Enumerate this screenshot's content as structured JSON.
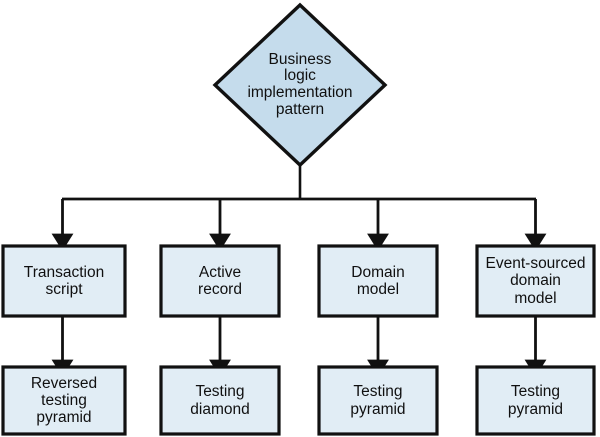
{
  "diagram": {
    "type": "flowchart",
    "orientation": "top-down",
    "colors": {
      "root_fill": "#c5dcec",
      "node_fill": "#e1edf5",
      "stroke": "#111111",
      "text": "#101010",
      "background": "#ffffff"
    },
    "root": {
      "shape": "diamond",
      "label": "Business\nlogic\nimplementation\npattern"
    },
    "branches": [
      {
        "pattern": {
          "shape": "rectangle",
          "label": "Transaction\nscript"
        },
        "outcome": {
          "shape": "rectangle",
          "label": "Reversed\ntesting\npyramid"
        }
      },
      {
        "pattern": {
          "shape": "rectangle",
          "label": "Active\nrecord"
        },
        "outcome": {
          "shape": "rectangle",
          "label": "Testing\ndiamond"
        }
      },
      {
        "pattern": {
          "shape": "rectangle",
          "label": "Domain\nmodel"
        },
        "outcome": {
          "shape": "rectangle",
          "label": "Testing\npyramid"
        }
      },
      {
        "pattern": {
          "shape": "rectangle",
          "label": "Event-sourced\ndomain\nmodel"
        },
        "outcome": {
          "shape": "rectangle",
          "label": "Testing\npyramid"
        }
      }
    ]
  }
}
